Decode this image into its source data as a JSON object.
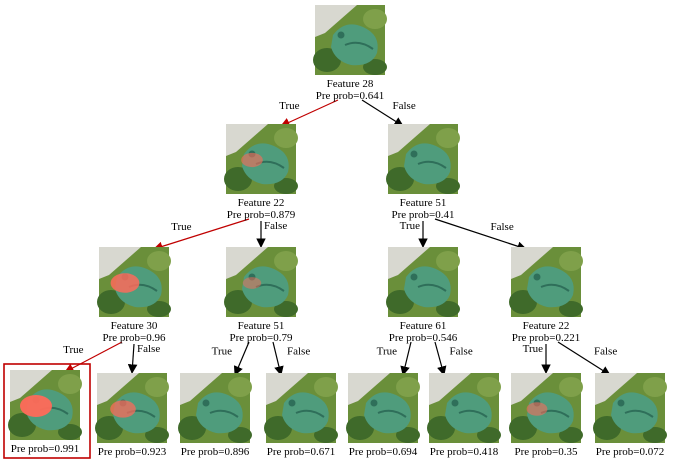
{
  "diagram": {
    "nodes": [
      {
        "id": "n0",
        "feature": "Feature 28",
        "prob": "Pre prob=0.641",
        "highlight": 0.0
      },
      {
        "id": "n1",
        "feature": "Feature 22",
        "prob": "Pre prob=0.879",
        "highlight": 0.35
      },
      {
        "id": "n2",
        "feature": "Feature 51",
        "prob": "Pre prob=0.41",
        "highlight": 0.0
      },
      {
        "id": "n3",
        "feature": "Feature 30",
        "prob": "Pre prob=0.96",
        "highlight": 0.8
      },
      {
        "id": "n4",
        "feature": "Feature 51",
        "prob": "Pre prob=0.79",
        "highlight": 0.15
      },
      {
        "id": "n5",
        "feature": "Feature 61",
        "prob": "Pre prob=0.546",
        "highlight": 0.0
      },
      {
        "id": "n6",
        "feature": "Feature 22",
        "prob": "Pre prob=0.221",
        "highlight": 0.0
      },
      {
        "id": "l0",
        "feature": "",
        "prob": "Pre prob=0.991",
        "highlight": 1.0,
        "selected": true
      },
      {
        "id": "l1",
        "feature": "",
        "prob": "Pre prob=0.923",
        "highlight": 0.6
      },
      {
        "id": "l2",
        "feature": "",
        "prob": "Pre prob=0.896",
        "highlight": 0.0
      },
      {
        "id": "l3",
        "feature": "",
        "prob": "Pre prob=0.671",
        "highlight": 0.0
      },
      {
        "id": "l4",
        "feature": "",
        "prob": "Pre prob=0.694",
        "highlight": 0.0
      },
      {
        "id": "l5",
        "feature": "",
        "prob": "Pre prob=0.418",
        "highlight": 0.0
      },
      {
        "id": "l6",
        "feature": "",
        "prob": "Pre prob=0.35",
        "highlight": 0.3
      },
      {
        "id": "l7",
        "feature": "",
        "prob": "Pre prob=0.072",
        "highlight": 0.0
      }
    ],
    "edges": [
      {
        "from": "n0",
        "to": "n1",
        "label": "True",
        "path": "active"
      },
      {
        "from": "n0",
        "to": "n2",
        "label": "False",
        "path": "normal"
      },
      {
        "from": "n1",
        "to": "n3",
        "label": "True",
        "path": "active"
      },
      {
        "from": "n1",
        "to": "n4",
        "label": "False",
        "path": "normal"
      },
      {
        "from": "n2",
        "to": "n5",
        "label": "True",
        "path": "normal"
      },
      {
        "from": "n2",
        "to": "n6",
        "label": "False",
        "path": "normal"
      },
      {
        "from": "n3",
        "to": "l0",
        "label": "True",
        "path": "active"
      },
      {
        "from": "n3",
        "to": "l1",
        "label": "False",
        "path": "normal"
      },
      {
        "from": "n4",
        "to": "l2",
        "label": "True",
        "path": "normal"
      },
      {
        "from": "n4",
        "to": "l3",
        "label": "False",
        "path": "normal"
      },
      {
        "from": "n5",
        "to": "l4",
        "label": "True",
        "path": "normal"
      },
      {
        "from": "n5",
        "to": "l5",
        "label": "False",
        "path": "normal"
      },
      {
        "from": "n6",
        "to": "l6",
        "label": "True",
        "path": "normal"
      },
      {
        "from": "n6",
        "to": "l7",
        "label": "False",
        "path": "normal"
      }
    ],
    "colors": {
      "active_edge": "#c00000",
      "normal_edge": "#000000",
      "selected_frame": "#c00000",
      "leaf_bg": "#6a8f3a",
      "leaf_dark": "#3f6a2a",
      "chameleon": "#4f9c7c",
      "chameleon_dark": "#2f6f5a",
      "highlight": "#ff6a5a",
      "sky": "#d8d8d0"
    }
  }
}
